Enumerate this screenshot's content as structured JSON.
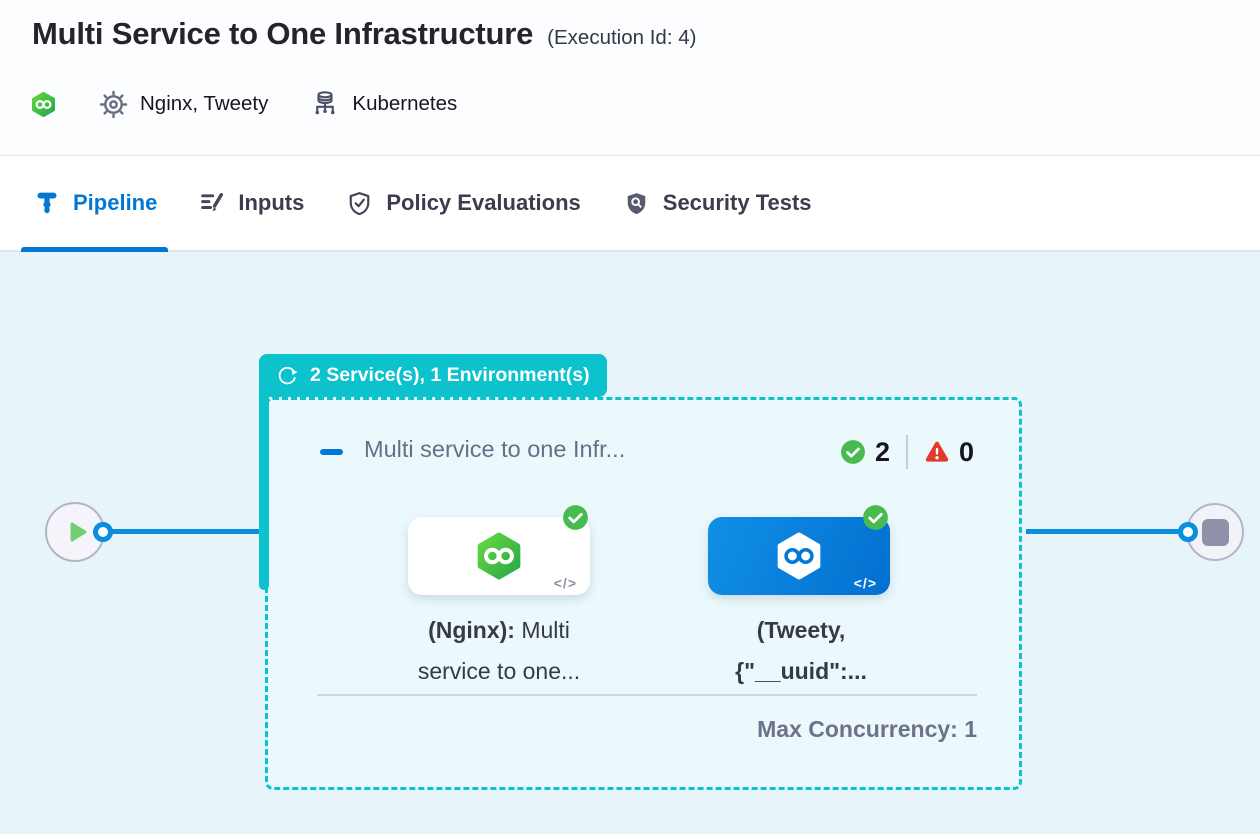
{
  "header": {
    "title": "Multi Service to One Infrastructure",
    "execution_id": "(Execution Id: 4)",
    "services": "Nginx, Tweety",
    "infrastructure": "Kubernetes"
  },
  "tabs": {
    "pipeline": "Pipeline",
    "inputs": "Inputs",
    "policy_evaluations": "Policy Evaluations",
    "security_tests": "Security Tests"
  },
  "pipeline_canvas": {
    "stage_badge_label": "2 Service(s), 1 Environment(s)",
    "stage_title": "Multi service to one Infr...",
    "success_count": "2",
    "error_count": "0",
    "max_concurrency": "Max Concurrency: 1",
    "nodes": [
      {
        "name_bold": "(Nginx):",
        "name_rest": " Multi",
        "line2": "service to one...",
        "code_glyph": "</>"
      },
      {
        "name_bold": "(Tweety,",
        "line2_bold": "{\"__uuid\":...",
        "code_glyph": "</>"
      }
    ]
  },
  "colors": {
    "teal": "#0bc2cd",
    "harness_blue": "#0278d5",
    "connector_blue": "#0a8fe0",
    "success_green": "#48bb50",
    "error_red": "#e23a2e",
    "canvas_bg": "#e7f5fb"
  }
}
